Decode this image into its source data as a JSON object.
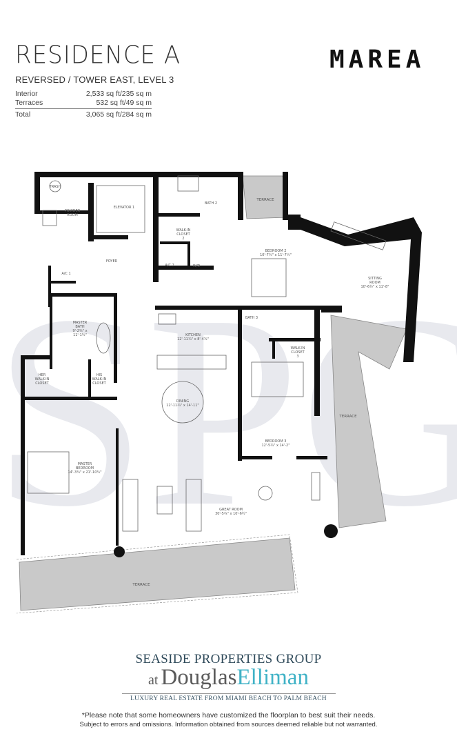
{
  "header": {
    "title": "RESIDENCE A",
    "subtitle": "REVERSED / TOWER EAST, LEVEL 3",
    "areas": [
      {
        "label": "Interior",
        "value": "2,533 sq ft/235 sq m"
      },
      {
        "label": "Terraces",
        "value": "532 sq ft/49 sq m"
      },
      {
        "label": "Total",
        "value": "3,065 sq ft/284 sq m"
      }
    ],
    "brand": "MAREA"
  },
  "watermark": "SPG",
  "rooms": {
    "trash": "TRASH",
    "powder_room": [
      "POWDER",
      "ROOM"
    ],
    "elevator": "ELEVATOR 1",
    "bath2": "BATH 2",
    "walkin2": [
      "WALK-IN",
      "CLOSET",
      "2"
    ],
    "terrace_top": "TERRACE",
    "foyer": "FOYER",
    "ac1": "A/C 1",
    "ac2": "A/C 2",
    "wd": "W/D",
    "bedroom2": [
      "BEDROOM 2",
      "10'-7¾\" x 11'-7½\""
    ],
    "sitting_room": [
      "SITTING",
      "ROOM",
      "10'-6½\" x 11'-8\""
    ],
    "master_bath": [
      "MASTER",
      "BATH",
      "9'-2¾\" x",
      "11'-1½\""
    ],
    "kitchen": [
      "KITCHEN",
      "12'-11¾\" x 8'-4¾\""
    ],
    "bath3": "BATH 3",
    "walkin3": [
      "WALK-IN",
      "CLOSET",
      "3"
    ],
    "her_closet": [
      "HER",
      "WALK-IN",
      "CLOSET"
    ],
    "his_closet": [
      "HIS",
      "WALK-IN",
      "CLOSET"
    ],
    "dining": [
      "DINING",
      "12'-11¾\" x 14'-11\""
    ],
    "bedroom3": [
      "BEDROOM 3",
      "12'-5¾\" x 14'-2\""
    ],
    "terrace_right": "TERRACE",
    "master_bedroom": [
      "MASTER",
      "BEDROOM",
      "14'-3¼\" x 21'-10¼\""
    ],
    "great_room": [
      "GREAT ROOM",
      "30'-5¾\" x 10'-6½\""
    ],
    "terrace_bottom": "TERRACE"
  },
  "footer": {
    "logo_line1": "SEASIDE PROPERTIES GROUP",
    "logo_at": "at",
    "logo_douglas": "Douglas",
    "logo_elliman": "Elliman",
    "tagline": "LUXURY REAL ESTATE FROM MIAMI BEACH TO PALM BEACH",
    "note": "*Please note that some homeowners have customized the floorplan to best suit their needs.",
    "disclaimer": "Subject to errors and omissions. Information obtained from sources deemed reliable but not warranted."
  },
  "colors": {
    "wall": "#111111",
    "terrace": "#c9c9c9",
    "watermark": "#e4e6ec",
    "brand_teal": "#3fb2c6",
    "brand_gray": "#5a5a5a"
  }
}
